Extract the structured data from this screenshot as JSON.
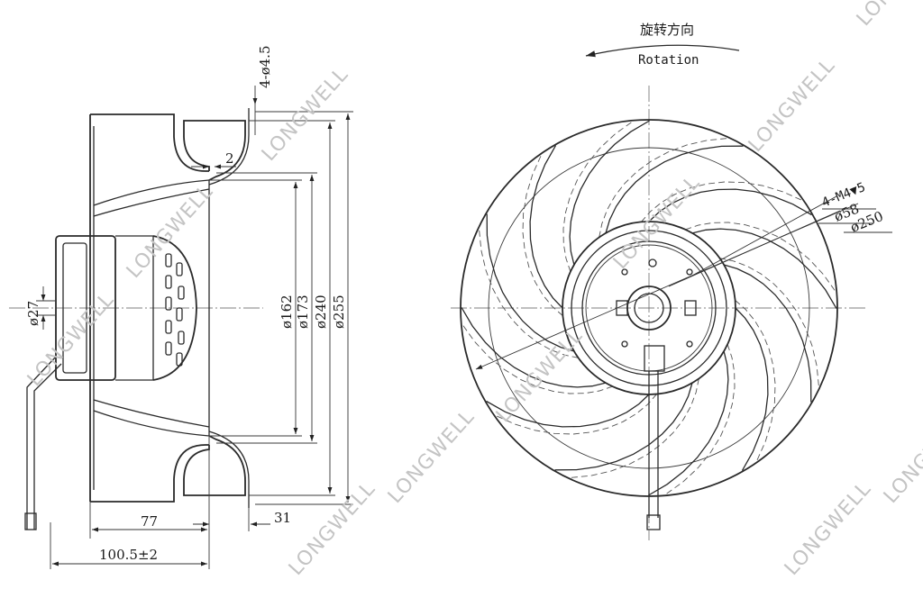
{
  "watermark": "LONGWELL",
  "side_view": {
    "dimensions": {
      "bolt_holes": "4-ø4.5",
      "gap": "2",
      "d162": "ø162",
      "d173": "ø173",
      "d240": "ø240",
      "d255": "ø255",
      "hub": "ø27",
      "depth_77": "77",
      "depth_31": "31",
      "overall_depth": "100.5±2"
    }
  },
  "front_view": {
    "rotation_label_cn": "旋转方向",
    "rotation_label_en": "Rotation",
    "dimensions": {
      "threads": "4-M4▼5",
      "d58": "ø58",
      "d250": "ø250"
    }
  }
}
